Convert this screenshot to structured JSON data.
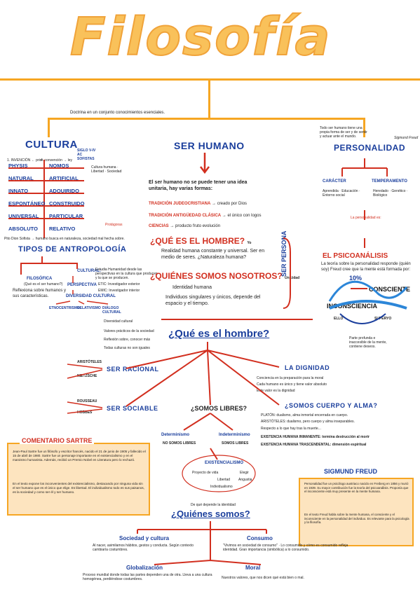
{
  "title": "Filosofía",
  "intro": "Doctrina en un conjunto conocimientos esenciales.",
  "cultura": {
    "title": "CULTURA",
    "col_left_head": "1. INVENCIÓN ← prior",
    "col_mid_head": "4. convención → ley",
    "side_note": "SIGLO V-IV AC SOFISTAS",
    "pairs": [
      {
        "a": "PHYSIS",
        "b": "NOMOS"
      },
      {
        "a": "NATURAL",
        "b": "ARTIFICIAL"
      },
      {
        "a": "INNATO",
        "b": "ADQUIRIDO"
      },
      {
        "a": "ESPONTÁNEO",
        "b": "CONSTRUIDO"
      },
      {
        "a": "UNIVERSAL",
        "b": "PARTICULAR"
      },
      {
        "a": "ABSOLUTO",
        "b": "RELATIVO"
      }
    ],
    "nomos_note": "Cultura humana · Libertad · Sociedad",
    "pheasant": "Protágoras",
    "bottom_note": "Pito Dion Sofista → humano busca en naturaleza, sociedad mal hecha sobre."
  },
  "antropologia": {
    "title": "TIPOS DE ANTROPOLOGÍA",
    "filosofica": "FILOSÓFICA",
    "filosofica_sub": "(Qué es el ser humano?)",
    "filosofica_note": "Reflexiona sobre humanos y sus características.",
    "cultural": "CULTURAL:",
    "cultural_note": "Estudia Humanidad desde las perspectivas en la cultura que producen y la que se producen.",
    "perspectiva": "PERSPECTIVA",
    "etic": "ETIC: Investigador exterior",
    "emic": "EMIC: Investigador interior",
    "diversidad": "DIVERSIDAD CULTURAL",
    "etnocentrismo": "ETNOCENTRISMO",
    "relativismo": "RELATIVISMO",
    "dialogo": "DIÁLOGO CULTURAL",
    "dialogo_notes": [
      "Diversidad cultural",
      "Valores prácticos de la sociedad",
      "Reflexión sobre, conocer más",
      "Todas culturas no son iguales"
    ]
  },
  "ser_humano": {
    "title": "SER HUMANO",
    "intro": "El ser humano no se puede tener una idea unitaria, hay varias formas:",
    "items": [
      {
        "label": "TRADICIÓN JUDEOCRISTIANA",
        "note": "creado por Dios"
      },
      {
        "label": "TRADICIÓN ANTIGÜEDAD CLÁSICA",
        "note": "el único con logos"
      },
      {
        "label": "CIENCIAS",
        "note": "producto fruto evolución"
      }
    ],
    "q1": "¿QUÉ ES EL HOMBRE?",
    "q1_sup": "Yo",
    "q1_text": "Realidad humana constante y universal. Ser en medio de seres. ¿Naturaleza humana?",
    "q2": "¿QUIÉNES SOMOS NOSOTROS?",
    "q2_sup": "Unicidad",
    "q2_text1": "Identidad humana",
    "q2_text2": "Individuos singulares y únicos, depende del espacio y el tiempo.",
    "vertical": "SER PERSONA"
  },
  "personalidad": {
    "title": "PERSONALIDAD",
    "top_note": "Todo ser humano tiene una propia forma de ser y de sentir y actuar ante el mundo.",
    "author": "Sigmund Freud",
    "caracter": "CARÁCTER",
    "temperamento": "TEMPERAMENTO",
    "caracter_note": "Aprendida · Educación · Entorno social",
    "temperamento_note": "Heredado · Genético · Biológico",
    "personal_note": "La personalidad es:",
    "psico": "EL PSICOANÁLISIS",
    "psico_text": "La teoría sobre la personalidad responde (quién soy) Freud cree que la mente está formada por:",
    "consciente": "CONSCIENTE",
    "inconsciencia": "INCONSCIENCIA",
    "percent": "10%",
    "ello": "ELLO",
    "super": "SUPERYO",
    "inc_note": "Parte profunda e inaccesible de la mente, contiene deseos."
  },
  "que_hombre": {
    "title": "¿Qué es el hombre?",
    "racional": "SER RACIONAL",
    "sociable": "SER SOCIABLE",
    "aristoteles": "ARISTÓTELES",
    "nietzsche": "NIETZSCHE",
    "hobbes": "HOBBES",
    "rousseau": "ROUSSEAU",
    "dignidad": "LA DIGNIDAD",
    "dignidad_items": [
      "Conciencia en la preparación para la moral",
      "Cada humano es único y tiene valor absoluto",
      "Este valor es la dignidad"
    ],
    "cuerpo": "¿SOMOS CUERPO Y ALMA?",
    "platon": "PLATÓN: dualismo, alma inmortal encerrada en cuerpo.",
    "aristoteles2": "ARISTÓTELES: dualismo, pero cuerpo y alma inseparables.",
    "respecto": "Respecto a lo que hay tras la muerte...",
    "ex1": "EXISTENCIA HUMANA INMANENTE: termina destrucción al morir",
    "ex2": "EXISTENCIA HUMANA TRASCENDENTAL: dimensión espiritual",
    "libres": "¿SOMOS LIBRES?",
    "determinismo": "Determinismo",
    "det_note": "NO SOMOS LIBRES",
    "indeterminismo": "Indeterminismo",
    "indet_note": "SOMOS LIBRES",
    "existencialismo": "EXISTENCIALISMO",
    "exist_words": [
      "Proyecto de vida",
      "Elegir",
      "Libertad",
      "Angustia",
      "Individualismo"
    ]
  },
  "sartre": {
    "title": "COMENTARIO SARTRE",
    "p1": "Jean-Paul Sartre fue un filósofo y escritor francés, nacido el 21 de junio de 1905 y fallecido el 15 de abril de 1980. Sartre fue un personaje importante en el existencialismo y en el marxismo humanista. Además, recibió un Premio Nobel en Literatura pero lo rechazó.",
    "p2": "En el texto expone los inconvenientes del existencialismo, destacando por ninguna vida sin el ser humano que es el único que elige. Es libertad. El individualismo todo es sus paisanos, es la sociedad y como ser él y ser humano."
  },
  "freud": {
    "title": "SIGMUND FREUD",
    "p1": "Personalidad fue un psicólogo austriaco nacido en Freiberg en 1856 y murió en 1939. Su mayor contribución fue la teoría del psicoanálisis. Proponía que el inconsciente está muy presente en la mente humana.",
    "p2": "En el texto Freud habla sobre la mente humana, el consciente y el inconsciente en la personalidad del individuo. Es relevante para la psicología y la filosofía."
  },
  "quienes": {
    "intro": "De qué depende la identidad",
    "title": "¿Quiénes somos?",
    "sociedad": "Sociedad y cultura",
    "sociedad_note": "Al nacer, asimilamos hábitos, gestos y conducta. Según contexto cambiaría costumbres.",
    "consumo": "Consumo",
    "consumo_note": "\"Vivimos en sociedad de consumo\" · Lo consumido y cómo es consumido refleja identidad. Gran importancia (simbólica) a lo consumido.",
    "globalizacion": "Globalización",
    "global_note": "Proceso mundial donde todas las partes dependen una de otra. Lleva a una cultura homogénea, perdiéndose costumbres.",
    "moral": "Moral",
    "moral_note": "Nuestros valores, que nos dicen qué está bien o mal."
  },
  "colors": {
    "orange": "#f6a623",
    "blue": "#1a3e9c",
    "red": "#d22f1f",
    "box_fill": "#fde4bf"
  }
}
